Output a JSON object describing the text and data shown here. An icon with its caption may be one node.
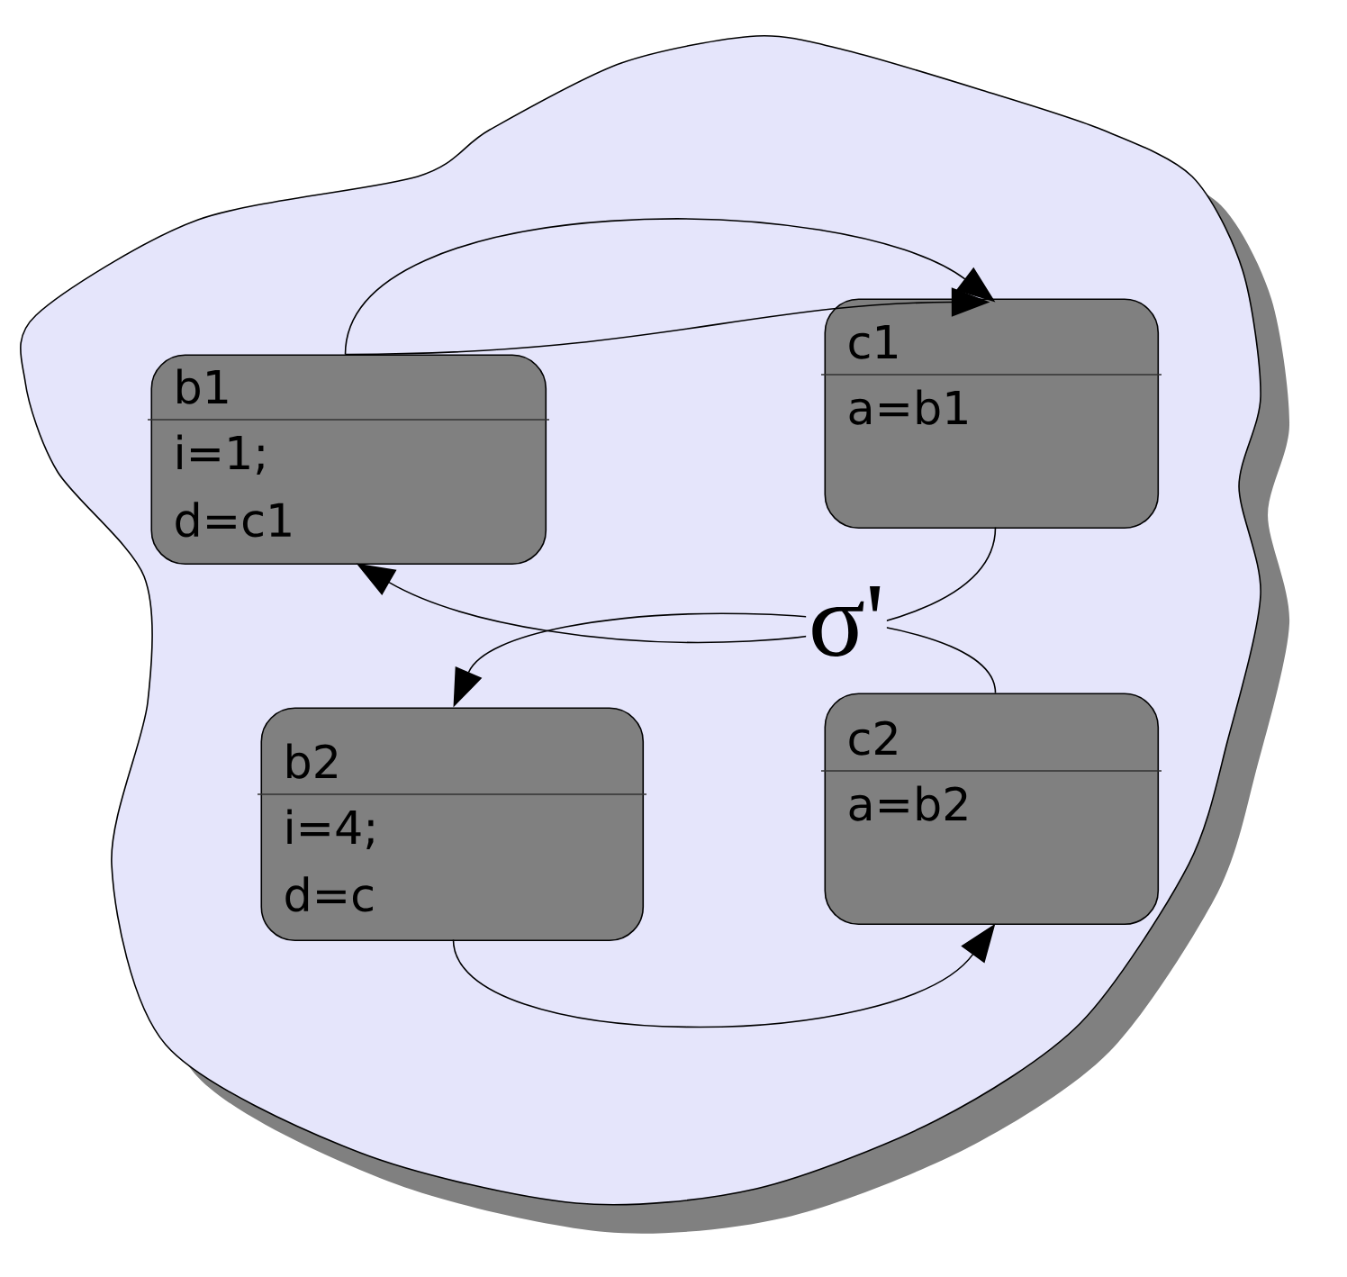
{
  "diagram": {
    "nodes": [
      {
        "text": [],
        "shape": "cloud"
      },
      {
        "text": [
          "b1",
          "i=1; d=c1"
        ],
        "in": 0
      },
      {
        "text": [
          "c1",
          "a=b1"
        ],
        "in": 0
      },
      {
        "text": [
          "b2",
          "i=4; d=c"
        ],
        "in": 0
      },
      {
        "text": [
          "c2",
          "a=b2"
        ],
        "in": 0
      }
    ],
    "edges": [
      {
        "from": 1,
        "to": 2,
        "arrow": "to"
      },
      {
        "from": 1,
        "to": 2,
        "arrow": "to"
      },
      {
        "from": 2,
        "to": 1,
        "arrow": "to"
      },
      {
        "from": 4,
        "to": 3,
        "arrow": "to"
      },
      {
        "from": 3,
        "to": 4,
        "arrow": "to"
      }
    ],
    "labels": [
      "σ'"
    ]
  }
}
